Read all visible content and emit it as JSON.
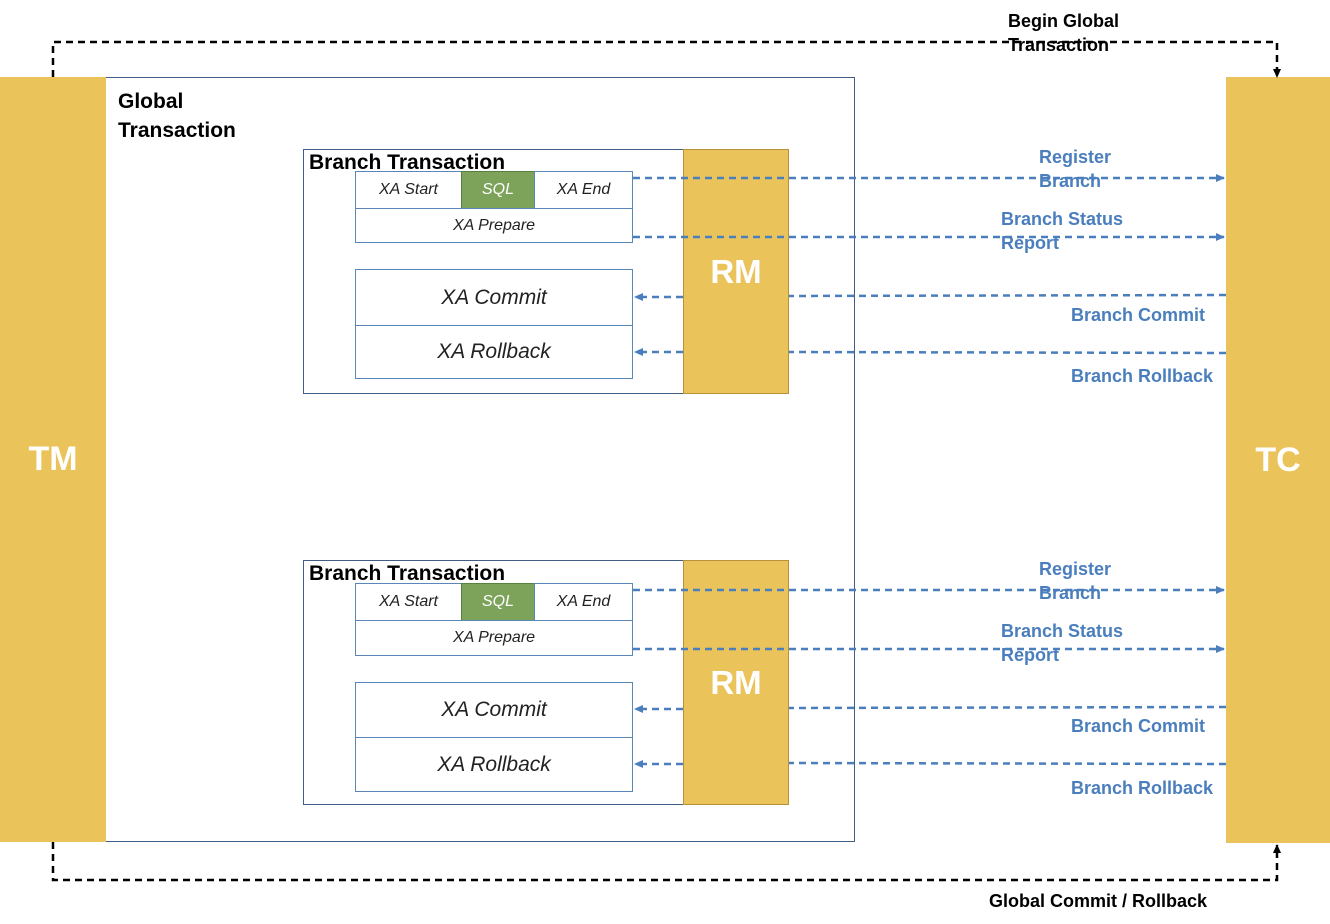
{
  "actors": {
    "tm": "TM",
    "tc": "TC"
  },
  "global_transaction": {
    "title": "Global\nTransaction"
  },
  "branches": [
    {
      "title": "Branch Transaction",
      "xa_start": "XA Start",
      "sql": "SQL",
      "xa_end": "XA End",
      "xa_prepare": "XA Prepare",
      "xa_commit": "XA Commit",
      "xa_rollback": "XA Rollback",
      "rm": "RM",
      "register": "Register\nBranch",
      "status": "Branch Status\nReport",
      "commit": "Branch Commit",
      "rollback": "Branch Rollback"
    },
    {
      "title": "Branch Transaction",
      "xa_start": "XA Start",
      "sql": "SQL",
      "xa_end": "XA End",
      "xa_prepare": "XA Prepare",
      "xa_commit": "XA Commit",
      "xa_rollback": "XA Rollback",
      "rm": "RM",
      "register": "Register\nBranch",
      "status": "Branch Status\nReport",
      "commit": "Branch Commit",
      "rollback": "Branch Rollback"
    }
  ],
  "flows": {
    "begin": "Begin Global\nTransaction",
    "end": "Global Commit / Rollback"
  },
  "colors": {
    "actor_fill": "#ebc35b",
    "sql_fill": "#7da35a",
    "message_line": "#4a7ebd",
    "box_border": "#3f5f86"
  }
}
